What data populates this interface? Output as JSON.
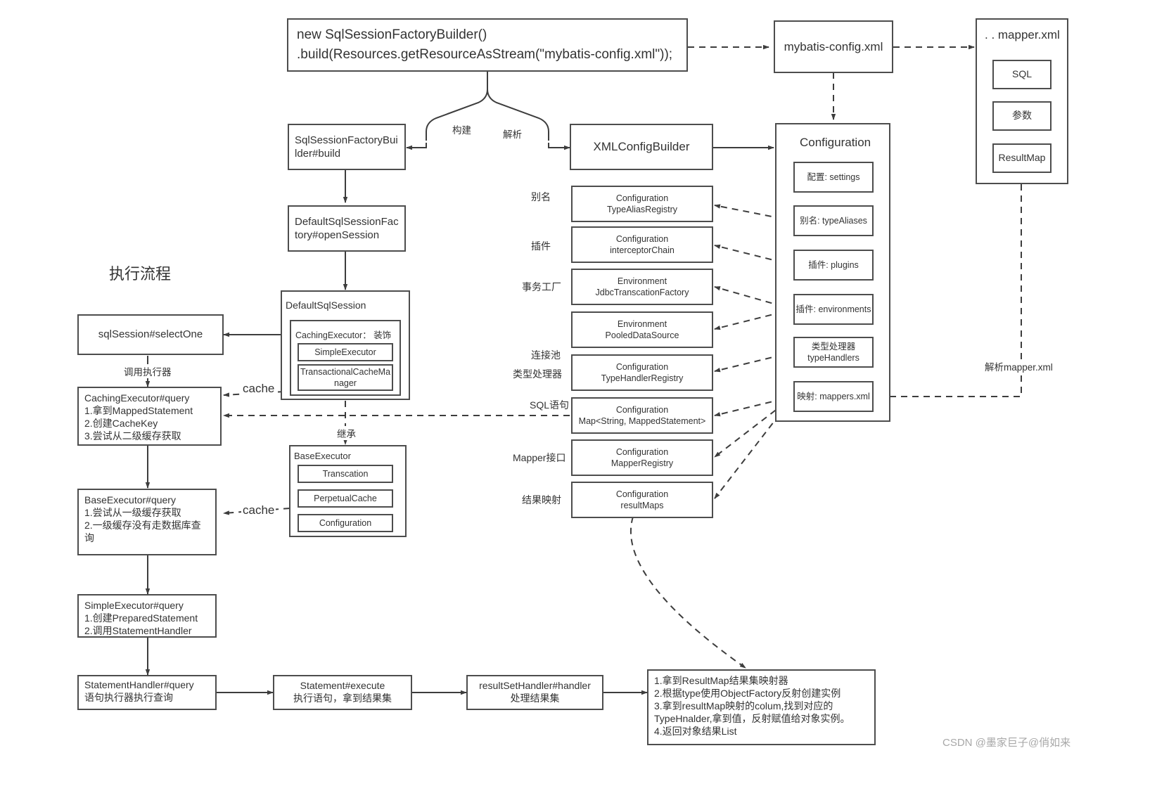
{
  "diagram": {
    "section_title": "执行流程",
    "watermark": "CSDN @墨家巨子@俏如来"
  },
  "nodes": {
    "entry_code": "new SqlSessionFactoryBuilder()\n.build(Resources.getResourceAsStream(\"mybatis-config.xml\"));",
    "mybatis_config_xml": "mybatis-config.xml",
    "mapper_xml_title": ". . mapper.xml",
    "mapper_sql": "SQL",
    "mapper_params": "参数",
    "mapper_resultmap": "ResultMap",
    "sqlsessionfactorybuilder_build": "SqlSessionFactoryBui\nlder#build",
    "xmlconfigbuilder": "XMLConfigBuilder",
    "configuration_title": "Configuration",
    "default_openSession": "DefaultSqlSessionFac\ntory#openSession",
    "default_sqlsession_title": "DefaultSqlSession",
    "caching_executor_decor": "CachingExecutor： 装饰",
    "simple_executor": "SimpleExecutor",
    "transactional_cache_manager": "TransactionalCacheMa\nnager",
    "base_executor_title": "BaseExecutor",
    "transcation": "Transcation",
    "perpetual_cache": "PerpetualCache",
    "configuration_inner": "Configuration",
    "sqlsession_selectone": "sqlSession#selectOne",
    "caching_executor_query": "CachingExecutor#query\n1.拿到MappedStatement\n2.创建CacheKey\n3.尝试从二级缓存获取",
    "base_executor_query": "BaseExecutor#query\n1.尝试从一级缓存获取\n2.一级缓存没有走数据库查\n询",
    "simple_executor_query": "SimpleExecutor#query\n1.创建PreparedStatement\n2.调用StatementHandler",
    "statement_handler_query": "StatementHandler#query\n语句执行器执行查询",
    "statement_execute": "Statement#execute\n执行语句，拿到结果集",
    "result_set_handler": "resultSetHandler#handler\n处理结果集",
    "result_steps": "1.拿到ResultMap结果集映射器\n2.根据type使用ObjectFactory反射创建实例\n3.拿到resultMap映射的colum,找到对应的\nTypeHnalder,拿到值，反射赋值给对象实例。\n4.返回对象结果List"
  },
  "config_fields": [
    {
      "label": "配置: settings"
    },
    {
      "label": "别名: typeAliases"
    },
    {
      "label": "插件: plugins"
    },
    {
      "label": "插件: environments"
    },
    {
      "label": "类型处理器\ntypeHandlers"
    },
    {
      "label": "映射: mappers.xml"
    }
  ],
  "registry_rows": [
    {
      "tag": "别名",
      "box": "Configuration\nTypeAliasRegistry"
    },
    {
      "tag": "插件",
      "box": "Configuration\ninterceptorChain"
    },
    {
      "tag": "事务工厂",
      "box": "Environment\nJdbcTranscationFactory"
    },
    {
      "tag": "连接池",
      "box": "Environment\nPooledDataSource"
    },
    {
      "tag": "类型处理器",
      "box": "Configuration\nTypeHandlerRegistry"
    },
    {
      "tag": "SQL语句",
      "box": "Configuration\nMap<String, MappedStatement>"
    },
    {
      "tag": "Mapper接口",
      "box": "Configuration\nMapperRegistry"
    },
    {
      "tag": "结果映射",
      "box": "Configuration\nresultMaps"
    }
  ],
  "edge_labels": {
    "build": "构建",
    "parse": "解析",
    "call_executor": "调用执行器",
    "cache_1": "cache",
    "cache_2": "cache",
    "inherit": "继承",
    "parse_mapper": "解析mapper.xml"
  },
  "colors": {
    "stroke": "#4d4d4d",
    "text": "#333333",
    "background": "#ffffff",
    "watermark": "#a8a8a8"
  }
}
